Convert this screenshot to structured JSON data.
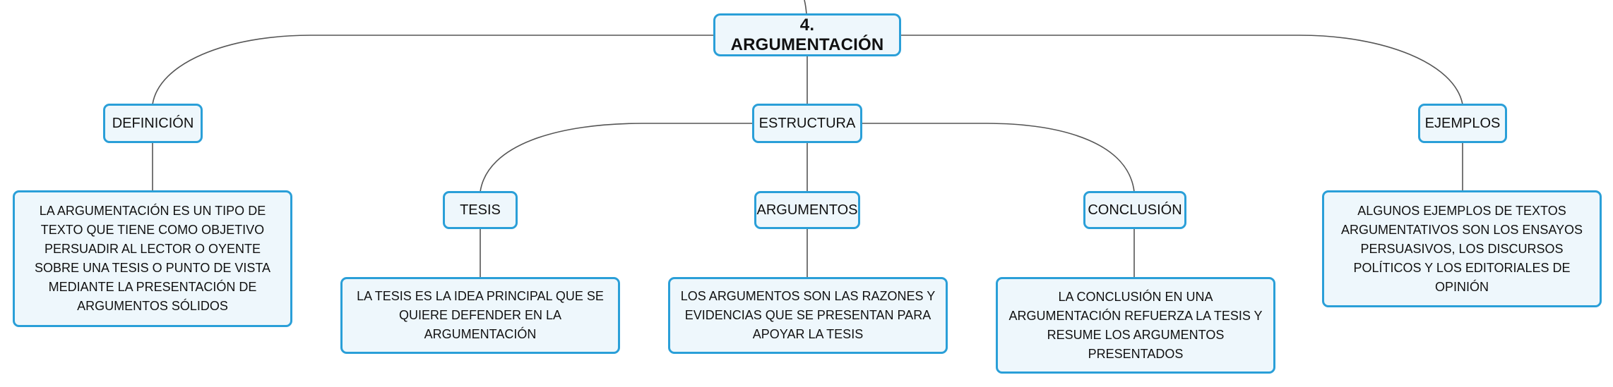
{
  "root": {
    "label": "4. ARGUMENTACIÓN"
  },
  "branches": {
    "definicion": {
      "label": "DEFINICIÓN",
      "text": "LA ARGUMENTACIÓN ES UN TIPO DE TEXTO QUE TIENE COMO OBJETIVO PERSUADIR AL LECTOR O OYENTE SOBRE UNA TESIS O PUNTO DE VISTA MEDIANTE LA PRESENTACIÓN DE ARGUMENTOS SÓLIDOS"
    },
    "estructura": {
      "label": "ESTRUCTURA",
      "children": {
        "tesis": {
          "label": "TESIS",
          "text": "LA TESIS ES LA IDEA PRINCIPAL QUE SE QUIERE DEFENDER EN LA ARGUMENTACIÓN"
        },
        "argumentos": {
          "label": "ARGUMENTOS",
          "text": "LOS ARGUMENTOS SON LAS RAZONES Y EVIDENCIAS QUE SE PRESENTAN PARA APOYAR LA TESIS"
        },
        "conclusion": {
          "label": "CONCLUSIÓN",
          "text": "LA CONCLUSIÓN EN UNA ARGUMENTACIÓN REFUERZA LA TESIS Y RESUME LOS ARGUMENTOS PRESENTADOS"
        }
      }
    },
    "ejemplos": {
      "label": "EJEMPLOS",
      "text": "ALGUNOS EJEMPLOS DE TEXTOS ARGUMENTATIVOS SON LOS ENSAYOS PERSUASIVOS, LOS DISCURSOS POLÍTICOS Y LOS EDITORIALES DE OPINIÓN"
    }
  },
  "colors": {
    "node_border": "#2a9fd8",
    "node_fill": "#eef7fc",
    "connector": "#555555"
  }
}
